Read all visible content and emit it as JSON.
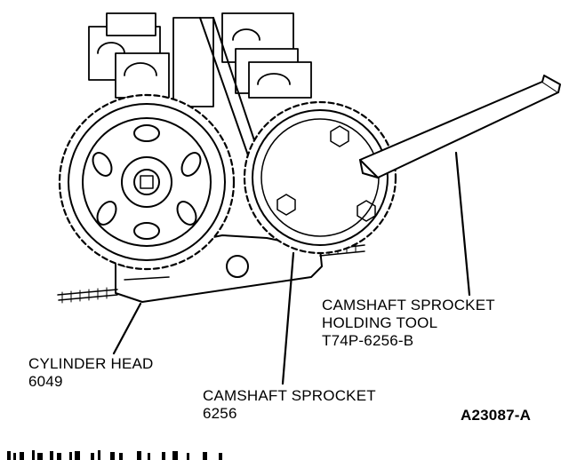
{
  "labels": {
    "holding_tool_line1": "CAMSHAFT SPROCKET",
    "holding_tool_line2": "HOLDING TOOL",
    "holding_tool_number": "T74P-6256-B",
    "cylinder_head_name": "CYLINDER HEAD",
    "cylinder_head_number": "6049",
    "sprocket_name": "CAMSHAFT SPROCKET",
    "sprocket_number": "6256",
    "figure_ref": "A23087-A"
  },
  "colors": {
    "ink": "#000000",
    "paper": "#ffffff"
  }
}
